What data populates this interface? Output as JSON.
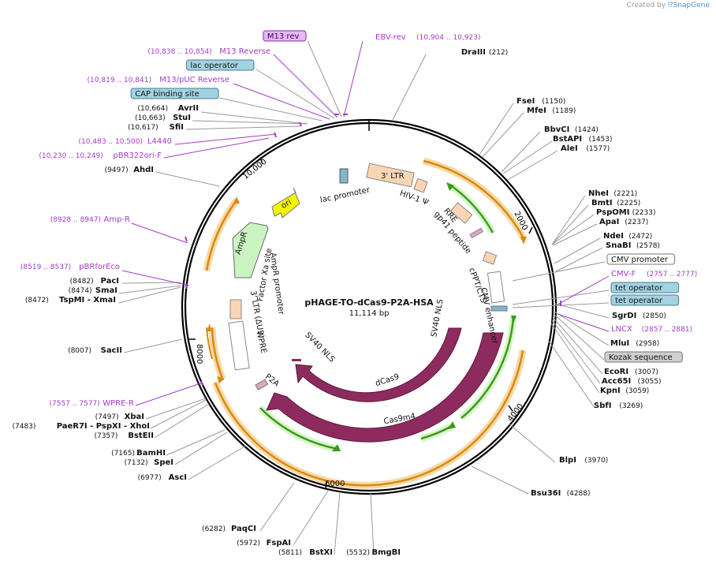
{
  "credit": {
    "prefix": "Created by",
    "brand": "SnapGene"
  },
  "map": {
    "name": "pHAGE-TO-dCas9-P2A-HSA",
    "length_label": "11,114 bp",
    "total_bp": 11114,
    "ticks": [
      "10,000",
      "2000",
      "4000",
      "6000",
      "8000"
    ]
  },
  "colors": {
    "enzyme": "#111111",
    "primer": "#a53bc9",
    "leader": "#888888",
    "primer_leader": "#a53bc9",
    "cds_purple": "#8e2b5e",
    "ori_yellow": "#f2f500",
    "ampr_green": "#c9f3c0",
    "orange": "#d88a10",
    "box_fill": "#f8d5b4"
  },
  "left_labels": [
    {
      "type": "tag",
      "pos": "",
      "name": "M13 rev",
      "style": "primer_box"
    },
    {
      "type": "primer",
      "pos": "(10,904 .. 10,923)",
      "name": "EBV-rev"
    },
    {
      "type": "enzyme",
      "pos": "(212)",
      "name": "DraIII"
    },
    {
      "type": "primer",
      "pos": "(10,838 .. 10,854)",
      "name": "M13 Reverse"
    },
    {
      "type": "tag",
      "pos": "",
      "name": "lac operator",
      "style": "blue_box"
    },
    {
      "type": "primer",
      "pos": "(10,819 .. 10,841)",
      "name": "M13/pUC Reverse"
    },
    {
      "type": "tag",
      "pos": "",
      "name": "CAP binding site",
      "style": "blue_box"
    },
    {
      "type": "enzyme",
      "pos": "(10,664)",
      "name": "AvrII"
    },
    {
      "type": "enzyme",
      "pos": "(10,663)",
      "name": "StuI"
    },
    {
      "type": "enzyme",
      "pos": "(10,617)",
      "name": "SfiI"
    },
    {
      "type": "primer",
      "pos": "(10,483 .. 10,500)",
      "name": "L4440"
    },
    {
      "type": "primer",
      "pos": "(10,230 .. 10,249)",
      "name": "pBR322ori-F"
    },
    {
      "type": "enzyme",
      "pos": "(9497)",
      "name": "AhdI"
    },
    {
      "type": "primer",
      "pos": "(8928 .. 8947)",
      "name": "Amp-R"
    },
    {
      "type": "primer",
      "pos": "(8519 .. 8537)",
      "name": "pBRforEco"
    },
    {
      "type": "enzyme",
      "pos": "(8482)",
      "name": "PacI"
    },
    {
      "type": "enzyme",
      "pos": "(8474)",
      "name": "SmaI"
    },
    {
      "type": "enzyme",
      "pos": "(8472)",
      "name": "TspMI - XmaI"
    },
    {
      "type": "enzyme",
      "pos": "(8007)",
      "name": "SacII"
    },
    {
      "type": "primer",
      "pos": "(7557 .. 7577)",
      "name": "WPRE-R"
    },
    {
      "type": "enzyme",
      "pos": "(7497)",
      "name": "XbaI"
    },
    {
      "type": "enzyme",
      "pos": "(7483)",
      "name": "PaeR7I - PspXI - XhoI"
    },
    {
      "type": "enzyme",
      "pos": "(7357)",
      "name": "BstEII"
    },
    {
      "type": "enzyme",
      "pos": "(7165)",
      "name": "BamHI"
    },
    {
      "type": "enzyme",
      "pos": "(7132)",
      "name": "SpeI"
    },
    {
      "type": "enzyme",
      "pos": "(6977)",
      "name": "AscI"
    },
    {
      "type": "enzyme",
      "pos": "(6282)",
      "name": "PaqCI"
    },
    {
      "type": "enzyme",
      "pos": "(5972)",
      "name": "FspAI"
    },
    {
      "type": "enzyme",
      "pos": "(5811)",
      "name": "BstXI"
    },
    {
      "type": "enzyme",
      "pos": "(5532)",
      "name": "BmgBI"
    }
  ],
  "right_labels": [
    {
      "type": "enzyme",
      "pos": "(1150)",
      "name": "FseI"
    },
    {
      "type": "enzyme",
      "pos": "(1189)",
      "name": "MfeI"
    },
    {
      "type": "enzyme",
      "pos": "(1424)",
      "name": "BbvCI"
    },
    {
      "type": "enzyme",
      "pos": "(1453)",
      "name": "BstAPI"
    },
    {
      "type": "enzyme",
      "pos": "(1577)",
      "name": "AleI"
    },
    {
      "type": "enzyme",
      "pos": "(2221)",
      "name": "NheI"
    },
    {
      "type": "enzyme",
      "pos": "(2225)",
      "name": "BmtI"
    },
    {
      "type": "enzyme",
      "pos": "(2233)",
      "name": "PspOMI"
    },
    {
      "type": "enzyme",
      "pos": "(2237)",
      "name": "ApaI"
    },
    {
      "type": "enzyme",
      "pos": "(2472)",
      "name": "NdeI"
    },
    {
      "type": "enzyme",
      "pos": "(2578)",
      "name": "SnaBI"
    },
    {
      "type": "tag",
      "pos": "",
      "name": "CMV promoter",
      "style": "white_box"
    },
    {
      "type": "primer",
      "pos": "(2757 .. 2777)",
      "name": "CMV-F"
    },
    {
      "type": "tag",
      "pos": "",
      "name": "tet operator",
      "style": "blue_box"
    },
    {
      "type": "tag",
      "pos": "",
      "name": "tet operator",
      "style": "blue_box"
    },
    {
      "type": "enzyme",
      "pos": "(2850)",
      "name": "SgrDI"
    },
    {
      "type": "primer",
      "pos": "(2857 .. 2881)",
      "name": "LNCX"
    },
    {
      "type": "enzyme",
      "pos": "(2958)",
      "name": "MluI"
    },
    {
      "type": "tag",
      "pos": "",
      "name": "Kozak sequence",
      "style": "gray_box"
    },
    {
      "type": "enzyme",
      "pos": "(3007)",
      "name": "EcoRI"
    },
    {
      "type": "enzyme",
      "pos": "(3055)",
      "name": "Acc65I"
    },
    {
      "type": "enzyme",
      "pos": "(3059)",
      "name": "KpnI"
    },
    {
      "type": "enzyme",
      "pos": "(3269)",
      "name": "SbfI"
    },
    {
      "type": "enzyme",
      "pos": "(3970)",
      "name": "BlpI"
    },
    {
      "type": "enzyme",
      "pos": "(4288)",
      "name": "Bsu36I"
    }
  ],
  "features": [
    {
      "name": "3' LTR",
      "kind": "box"
    },
    {
      "name": "HIV-1 Ψ",
      "kind": "label"
    },
    {
      "name": "RRE",
      "kind": "label"
    },
    {
      "name": "gp41 peptide",
      "kind": "label"
    },
    {
      "name": "cPPT/CTS",
      "kind": "label"
    },
    {
      "name": "CMV enhancer",
      "kind": "label"
    },
    {
      "name": "SV40 NLS",
      "kind": "label"
    },
    {
      "name": "dCas9",
      "kind": "cds"
    },
    {
      "name": "Cas9m4",
      "kind": "cds"
    },
    {
      "name": "P2A",
      "kind": "label"
    },
    {
      "name": "SV40 NLS",
      "kind": "label"
    },
    {
      "name": "WPRE",
      "kind": "box"
    },
    {
      "name": "3' LTR (ΔU3)",
      "kind": "label"
    },
    {
      "name": "AmpR promoter",
      "kind": "label"
    },
    {
      "name": "AmpR",
      "kind": "cds"
    },
    {
      "name": "ori",
      "kind": "ori"
    },
    {
      "name": "lac promoter",
      "kind": "label"
    },
    {
      "name": "Factor Xa site",
      "kind": "label"
    }
  ]
}
